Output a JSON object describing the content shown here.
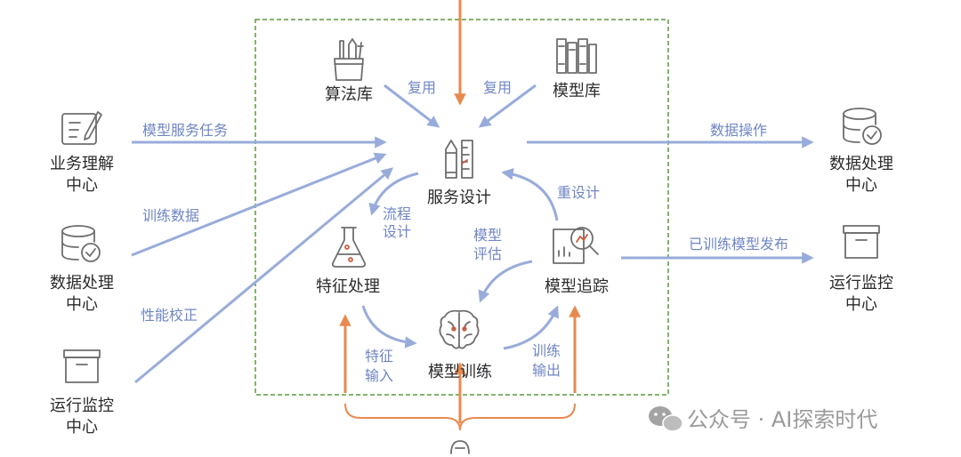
{
  "colors": {
    "blue": "#98acdb",
    "blue_text": "#6f86c4",
    "orange": "#e88a4f",
    "frame_green": "#5a9a3a",
    "icon_gray": "#6e6e6e",
    "icon_red": "#cf5a3b"
  },
  "nodes": {
    "algo_lib": {
      "label": "算法库",
      "icon": "toolbox-icon"
    },
    "model_lib": {
      "label": "模型库",
      "icon": "bookshelf-icon"
    },
    "service_design": {
      "label": "服务设计",
      "icon": "pencil-ruler-icon"
    },
    "feature_proc": {
      "label": "特征处理",
      "icon": "flask-icon"
    },
    "model_track": {
      "label": "模型追踪",
      "icon": "magnifier-chart-icon"
    },
    "model_train": {
      "label": "模型训练",
      "icon": "brain-icon"
    },
    "biz_center": {
      "line1": "业务理解",
      "line2": "中心",
      "icon": "tablet-pen-icon"
    },
    "data_center_left": {
      "line1": "数据处理",
      "line2": "中心",
      "icon": "database-check-icon"
    },
    "ops_center_left": {
      "line1": "运行监控",
      "line2": "中心",
      "icon": "archive-box-icon"
    },
    "data_center_right": {
      "line1": "数据处理",
      "line2": "中心",
      "icon": "database-check-icon"
    },
    "ops_center_right": {
      "line1": "运行监控",
      "line2": "中心",
      "icon": "archive-box-icon"
    }
  },
  "edges": {
    "reuse_left": "复用",
    "reuse_right": "复用",
    "model_service_task": "模型服务任务",
    "training_data": "训练数据",
    "perf_calibration": "性能校正",
    "flow_design_1": "流程",
    "flow_design_2": "设计",
    "redesign": "重设计",
    "model_eval_1": "模型",
    "model_eval_2": "评估",
    "feature_input_1": "特征",
    "feature_input_2": "输入",
    "train_output_1": "训练",
    "train_output_2": "输出",
    "data_ops": "数据操作",
    "trained_release": "已训练模型发布"
  },
  "watermark": {
    "text": "公众号 · AI探索时代",
    "icon": "wechat-icon"
  }
}
